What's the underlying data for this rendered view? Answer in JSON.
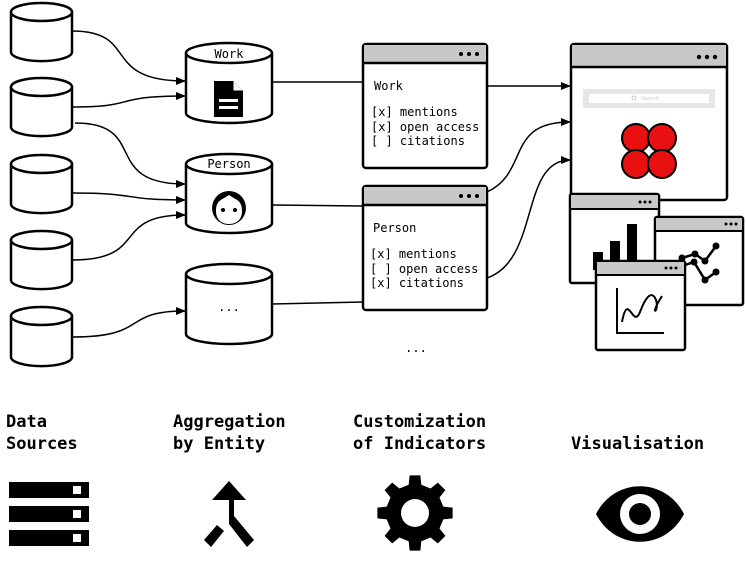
{
  "entities": {
    "work": "Work",
    "person": "Person",
    "other": "..."
  },
  "indicator_windows": {
    "work": {
      "title": "Work",
      "options": [
        "[x] mentions",
        "[x] open access",
        "[ ] citations"
      ]
    },
    "person": {
      "title": "Person",
      "options": [
        "[x] mentions",
        "[ ] open access",
        "[x] citations"
      ]
    },
    "more": "..."
  },
  "visualisation": {
    "search_placeholder": "Search"
  },
  "stage_labels": [
    [
      "Data",
      "Sources"
    ],
    [
      "Aggregation",
      "by Entity"
    ],
    [
      "Customization",
      "of Indicators"
    ],
    [
      "Visualisation"
    ]
  ],
  "stage_icons": [
    "server-rack-icon",
    "merge-icon",
    "gear-icon",
    "eye-icon"
  ],
  "colors": {
    "window_bar": "#c8c8c8",
    "flower_red": "#e81010",
    "ink": "#000000"
  }
}
